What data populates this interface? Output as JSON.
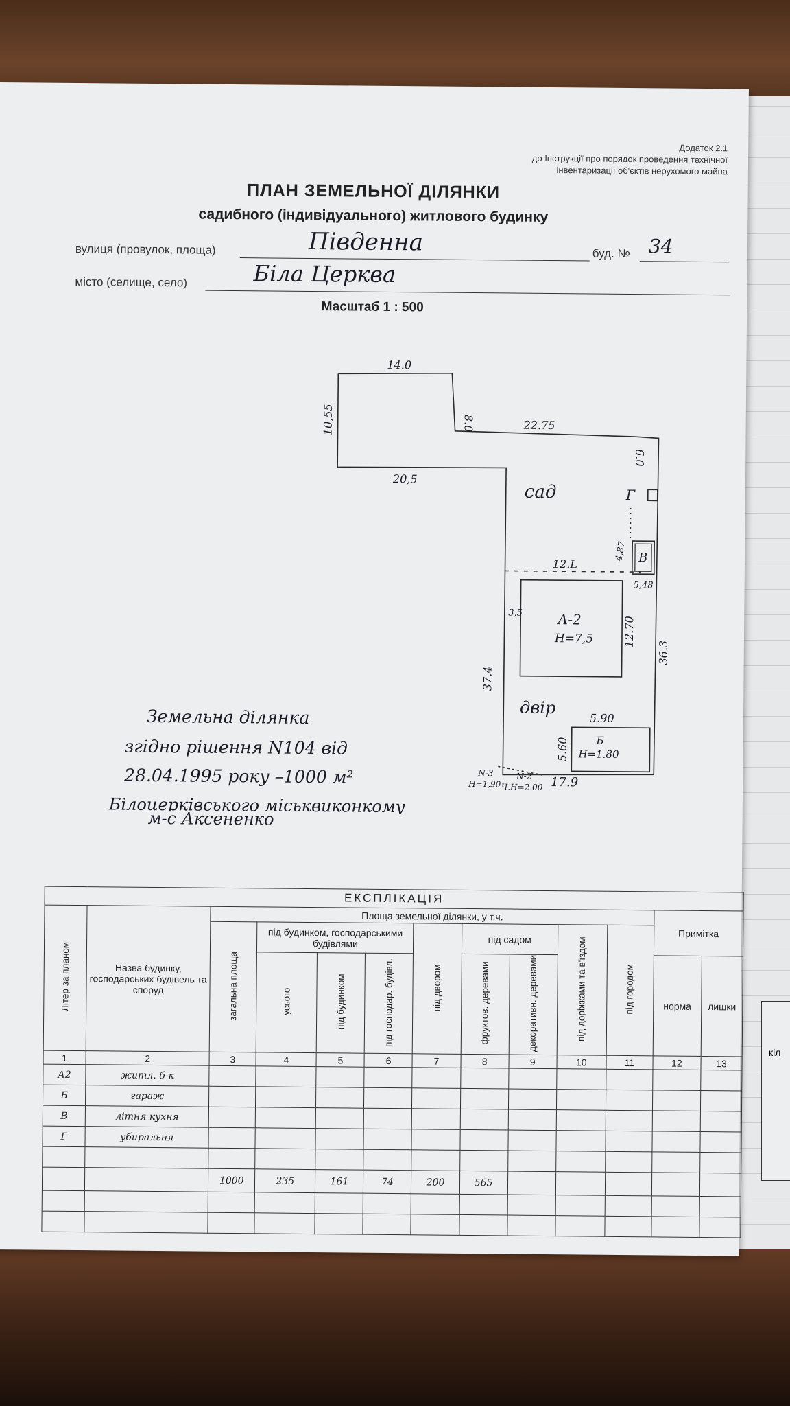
{
  "header_note": {
    "line1": "Додаток 2.1",
    "line2": "до Інструкції про порядок проведення технічної",
    "line3": "інвентаризації об'єктів нерухомого майна"
  },
  "title": "ПЛАН ЗЕМЕЛЬНОЇ ДІЛЯНКИ",
  "subtitle": "садибного (індивідуального) житлового будинку",
  "street": {
    "label": "вулиця (провулок, площа)",
    "value": "Південна"
  },
  "house": {
    "label": "буд. №",
    "value": "34"
  },
  "city": {
    "label": "місто (селище, село)",
    "value": "Біла Церква"
  },
  "scale": "Масштаб 1 : 500",
  "plan": {
    "dims": {
      "top": "14.0",
      "left": "10,55",
      "notch": "8.0",
      "mid_top": "22.75",
      "right_top": "6.0",
      "lower_top": "20,5",
      "dashed": "12.L",
      "left_long": "37.4",
      "right_long": "36.3",
      "house_side": "12.70",
      "house_small": "3,5",
      "shed_dim": "4,87",
      "shed_dim2": "5,48",
      "garage_w": "5.90",
      "garage_h": "5.60",
      "bottom": "17.9"
    },
    "labels": {
      "garden": "сад",
      "yard": "двір",
      "house_letter": "А-2",
      "house_height": "Н=7,5",
      "garage_letter": "Б",
      "garage_height": "Н=1.80",
      "g_letter": "Г",
      "v_letter": "В",
      "gate1": "N-3",
      "gate1_h": "Н=1,90",
      "gate2": "N-2",
      "gate2_h": "Ч.Н=2.00"
    },
    "note": [
      "Земельна ділянка",
      "згідно рішення N104 від",
      "28.04.1995 року –1000 м²",
      "Білоцерківського міськвиконкому",
      "м-с Аксененко"
    ]
  },
  "explication": {
    "title": "ЕКСПЛІКАЦІЯ",
    "col_letter": "Літер за планом",
    "col_name": "Назва будинку, господарських будівель та споруд",
    "area_group": "Площа земельної ділянки, у т.ч.",
    "total": "загальна площа",
    "buildings_group": "під будинком, господарськими будівлями",
    "all": "усього",
    "under_house": "під будинком",
    "under_outbuild": "під господар. будівл.",
    "yard": "під двором",
    "garden_group": "під садом",
    "fruit": "фруктов. деревами",
    "decor": "декоративн. деревами",
    "paths": "під доріжками та в'їздом",
    "vegetable": "під городом",
    "remark": "Примітка",
    "norm": "норма",
    "excess": "лишки",
    "nums": [
      "1",
      "2",
      "3",
      "4",
      "5",
      "6",
      "7",
      "8",
      "9",
      "10",
      "11",
      "12",
      "13"
    ],
    "rows": [
      {
        "letter": "А2",
        "name": "житл. б-к"
      },
      {
        "letter": "Б",
        "name": "гараж"
      },
      {
        "letter": "В",
        "name": "літня кухня"
      },
      {
        "letter": "Г",
        "name": "убиральня"
      }
    ],
    "values": [
      "1000",
      "235",
      "161",
      "74",
      "200",
      "565"
    ],
    "stub_text": "кіл"
  }
}
